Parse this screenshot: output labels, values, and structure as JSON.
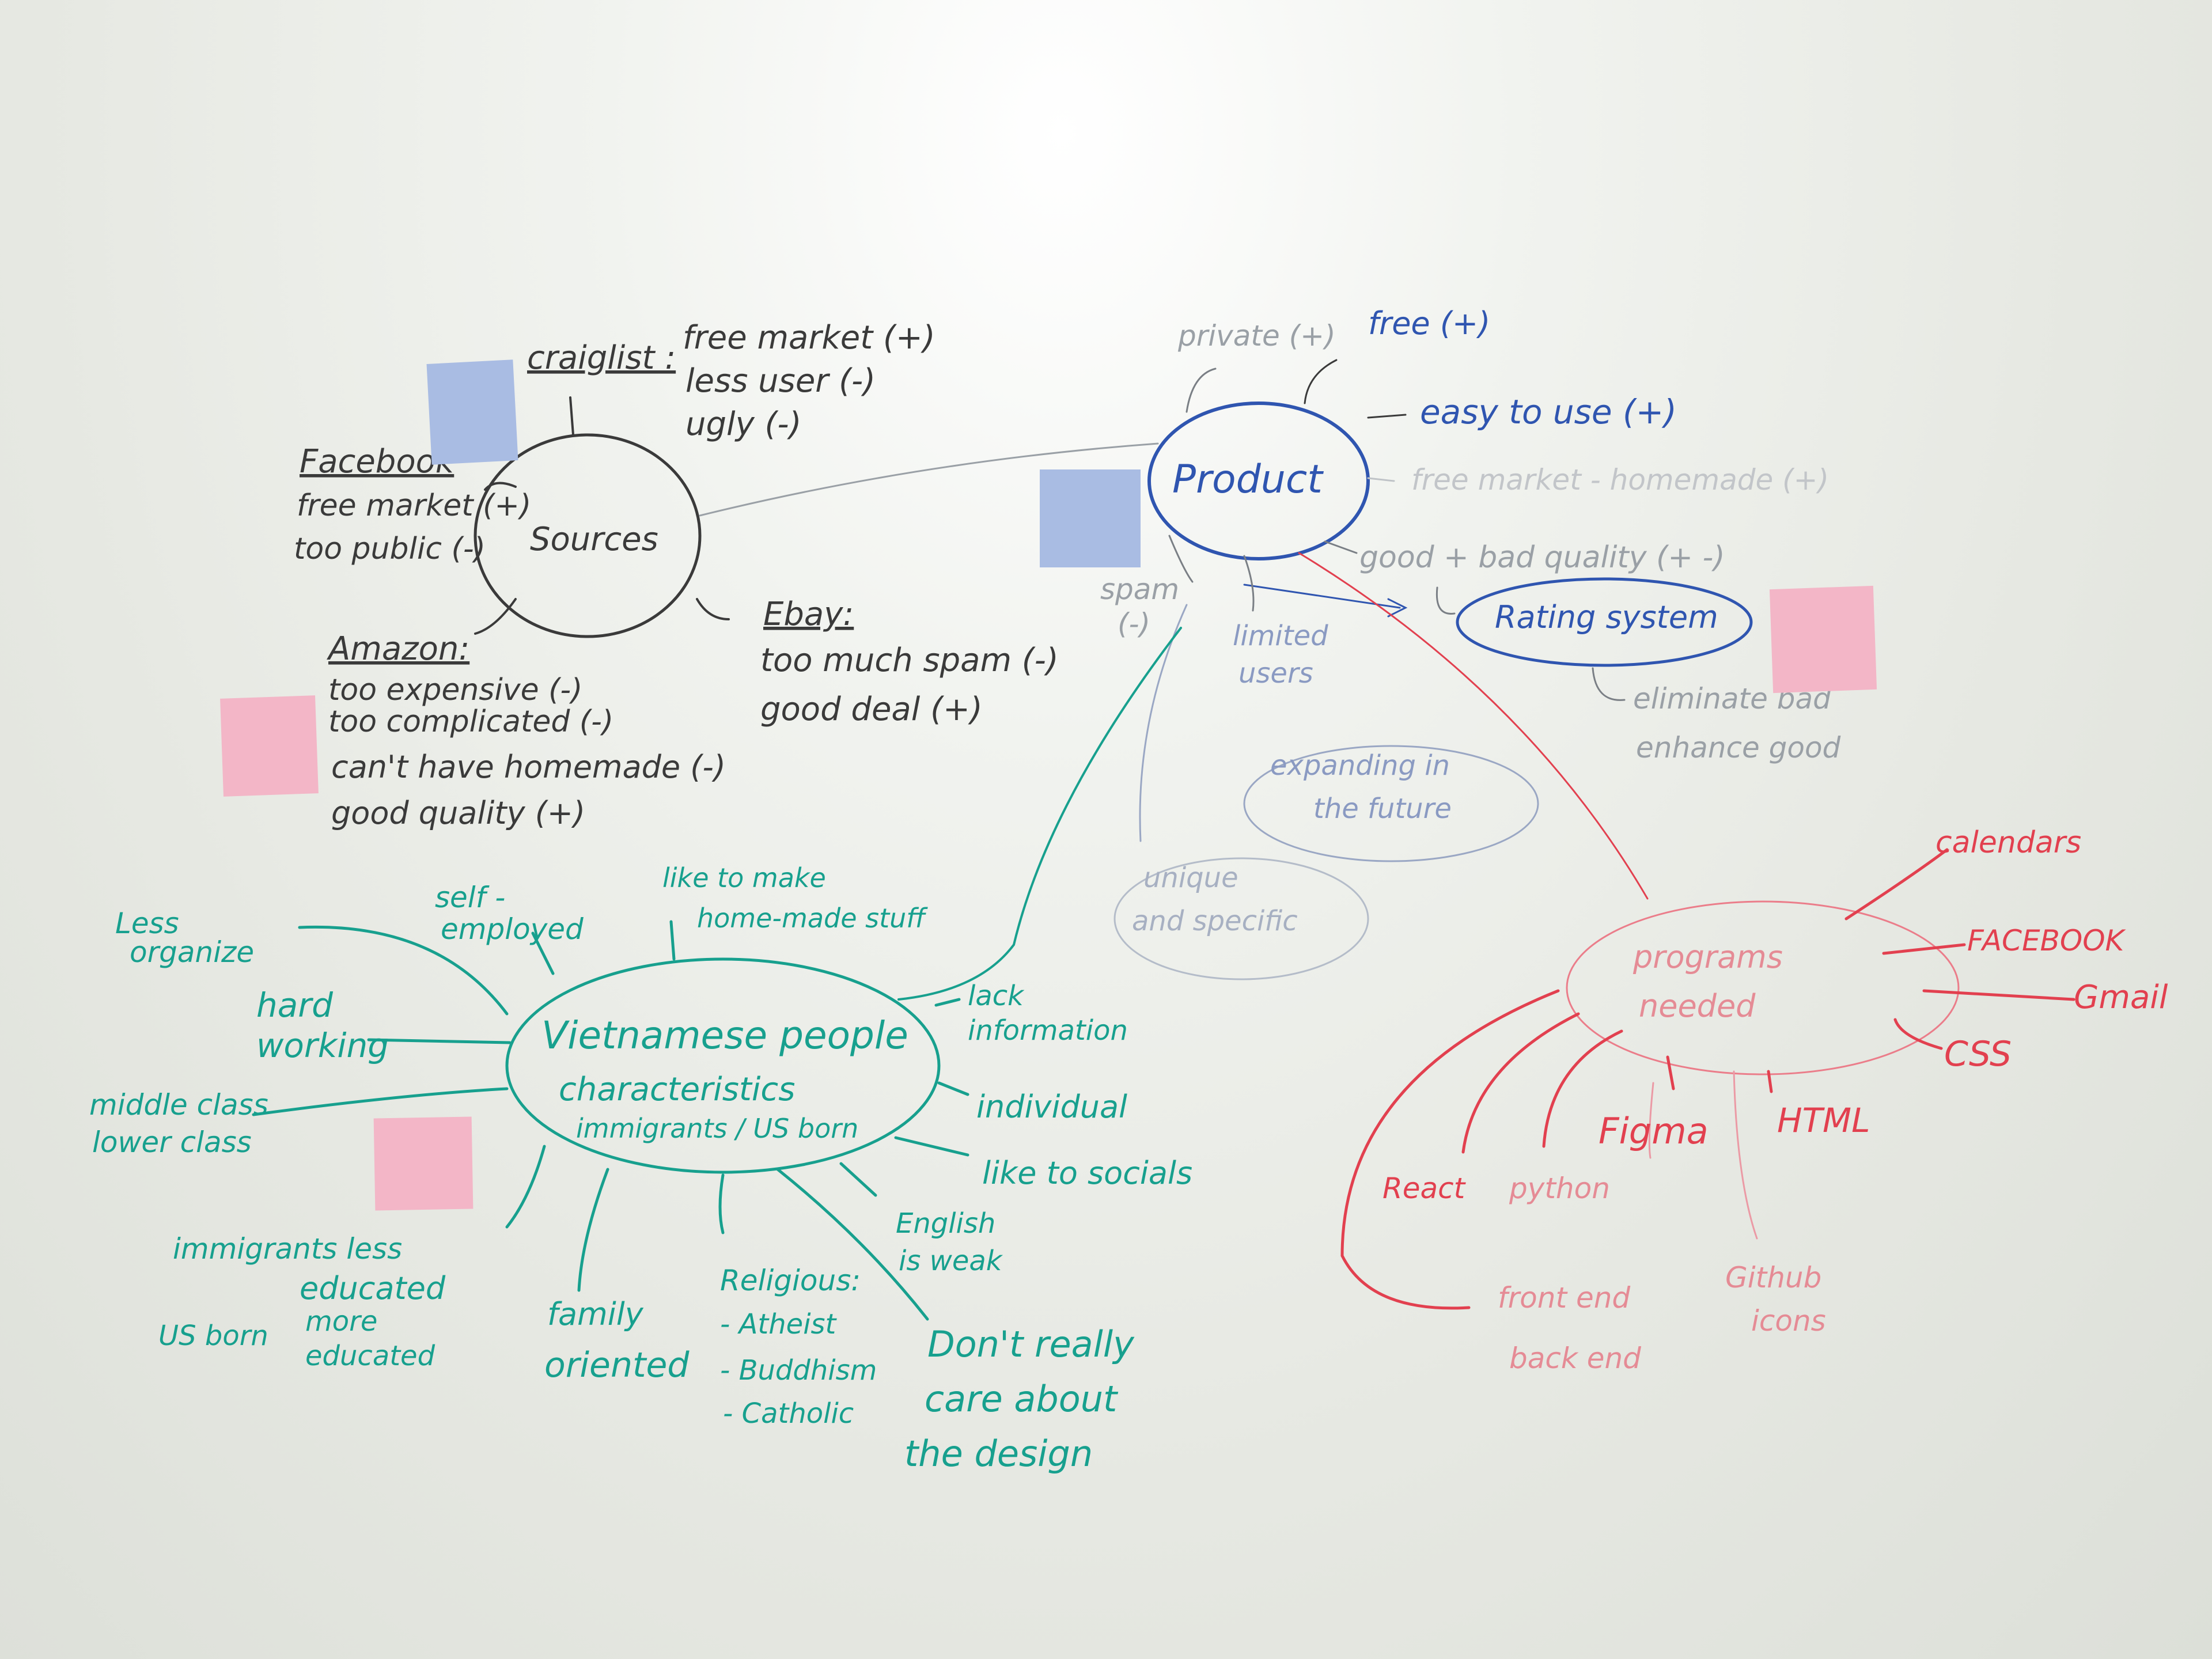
{
  "colors": {
    "black": "#3a3a3a",
    "blue": "#2f55b0",
    "teal": "#17a08e",
    "red": "#e2404f",
    "sticky_blue": "#a9bce3",
    "sticky_pink": "#f3b6c7"
  },
  "sources": {
    "label": "Sources",
    "craiglist": {
      "title": "craiglist :",
      "lines": [
        "free market (+)",
        "less user (-)",
        "ugly (-)"
      ]
    },
    "facebook": {
      "title": "Facebook",
      "lines": [
        "free market (+)",
        "too public (-)"
      ]
    },
    "amazon": {
      "title": "Amazon:",
      "lines": [
        "too expensive (-)",
        "too complicated (-)",
        "can't have homemade (-)",
        "good quality (+)"
      ]
    },
    "ebay": {
      "title": "Ebay:",
      "lines": [
        "too much spam (-)",
        "good deal (+)"
      ]
    }
  },
  "product": {
    "label": "Product",
    "private": "private (+)",
    "free": "free (+)",
    "easy": "easy to use (+)",
    "free_market": "free market - homemade (+)",
    "quality": "good + bad quality (+ -)",
    "rating": "Rating system",
    "eliminate": "eliminate bad",
    "enhance": "enhance good",
    "spam": "spam",
    "spam_sign": "(-)",
    "limited": "limited",
    "users": "users",
    "expanding": "expanding in",
    "future": "the future",
    "unique": "unique",
    "specific": "and specific"
  },
  "people": {
    "label": "Vietnamese people",
    "sub1": "characteristics",
    "sub2": "immigrants / US born",
    "less1": "Less",
    "less2": "organize",
    "self1": "self -",
    "self2": "employed",
    "like1": "like to make",
    "like2": "home-made stuff",
    "hard1": "hard",
    "hard2": "working",
    "middle1": "middle class",
    "middle2": "lower class",
    "lack1": "lack",
    "lack2": "information",
    "individual": "individual",
    "socials": "like to socials",
    "english1": "English",
    "english2": "is weak",
    "imm1": "immigrants less",
    "imm2": "educated",
    "usborn": "US born",
    "more1": "more",
    "more2": "educated",
    "family1": "family",
    "family2": "oriented",
    "religious": "Religious:",
    "rel1": "- Atheist",
    "rel2": "- Buddhism",
    "rel3": "- Catholic",
    "dont1": "Don't really",
    "dont2": "care about",
    "dont3": "the design"
  },
  "programs": {
    "label1": "programs",
    "label2": "needed",
    "calendars": "calendars",
    "facebook": "FACEBOOK",
    "gmail": "Gmail",
    "css": "CSS",
    "html": "HTML",
    "figma": "Figma",
    "react": "React",
    "python": "python",
    "github": "Github",
    "icons": "icons",
    "frontend": "front end",
    "backend": "back end"
  }
}
